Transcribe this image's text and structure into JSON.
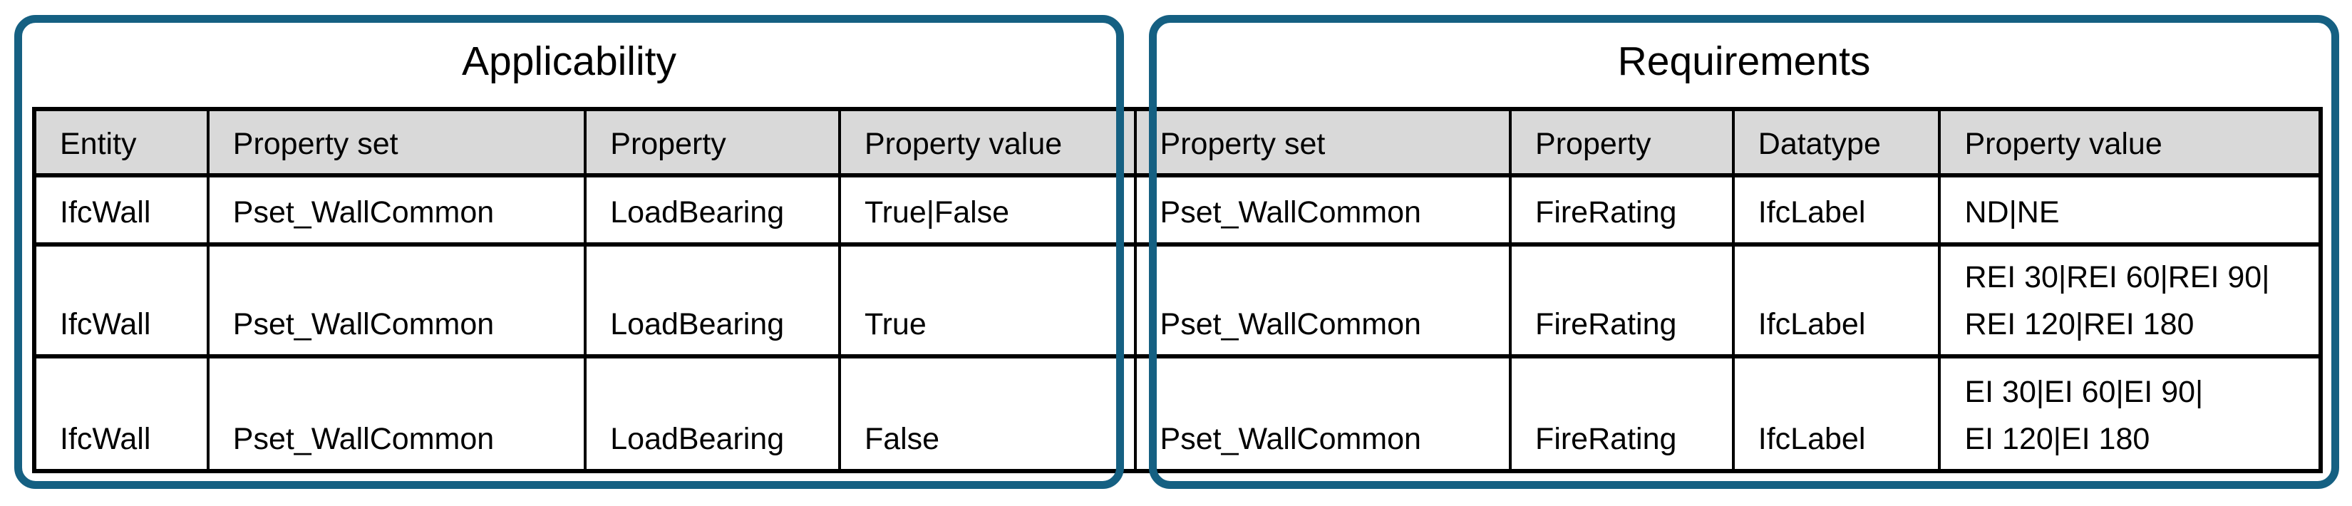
{
  "figure": {
    "description": "IDS specification diagram: one continuous table grouped into two outlined sections"
  },
  "colors": {
    "box_border": "#156082",
    "header_bg": "#D9D9D9",
    "table_border": "#000000",
    "text": "#000000",
    "canvas_bg": "#ffffff"
  },
  "panels": [
    {
      "id": "applicability",
      "title": "Applicability"
    },
    {
      "id": "requirements",
      "title": "Requirements"
    }
  ],
  "table": {
    "columns": [
      {
        "panel": "applicability",
        "label": "Entity"
      },
      {
        "panel": "applicability",
        "label": "Property set"
      },
      {
        "panel": "applicability",
        "label": "Property"
      },
      {
        "panel": "applicability",
        "label": "Property value"
      },
      {
        "panel": "requirements",
        "label": "Property set"
      },
      {
        "panel": "requirements",
        "label": "Property"
      },
      {
        "panel": "requirements",
        "label": "Datatype"
      },
      {
        "panel": "requirements",
        "label": "Property value"
      }
    ],
    "rows": [
      [
        "IfcWall",
        "Pset_WallCommon",
        "LoadBearing",
        "True|False",
        "Pset_WallCommon",
        "FireRating",
        "IfcLabel",
        "ND|NE"
      ],
      [
        "IfcWall",
        "Pset_WallCommon",
        "LoadBearing",
        "True",
        "Pset_WallCommon",
        "FireRating",
        "IfcLabel",
        "REI 30|REI 60|REI 90|\nREI 120|REI 180"
      ],
      [
        "IfcWall",
        "Pset_WallCommon",
        "LoadBearing",
        "False",
        "Pset_WallCommon",
        "FireRating",
        "IfcLabel",
        "EI 30|EI 60|EI 90|\nEI 120|EI 180"
      ]
    ]
  }
}
